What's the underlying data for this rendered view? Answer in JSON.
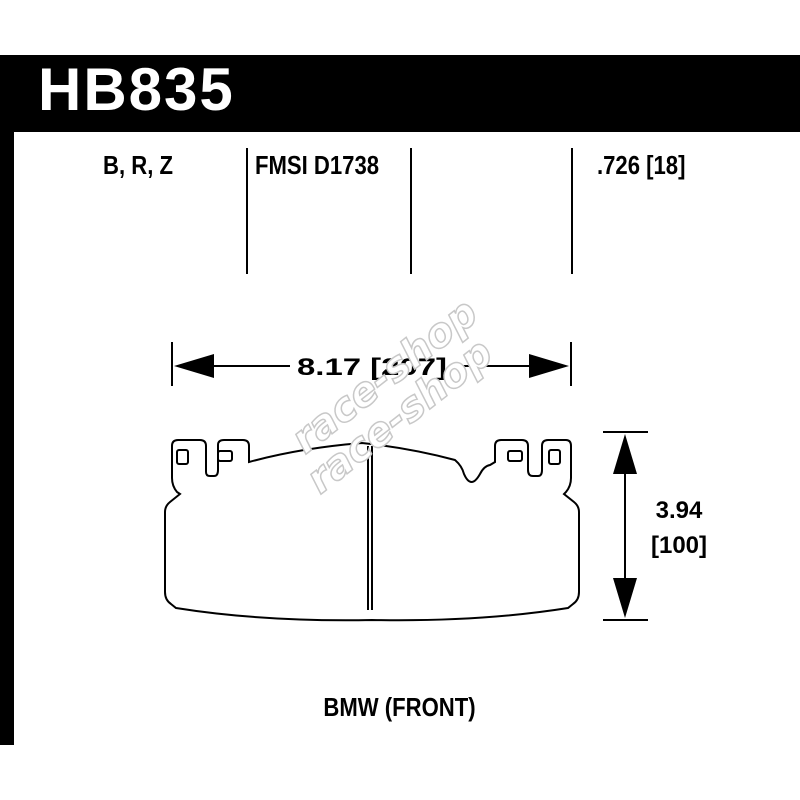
{
  "part_number": "HB835",
  "compounds": "B, R, Z",
  "fmsi": "FMSI D1738",
  "thickness": ".726 [18]",
  "width_dim": "8.17  [207]",
  "height_dim_in": "3.94",
  "height_dim_mm": "[100]",
  "application": "BMW (FRONT)",
  "watermark": [
    "race-shop",
    "race-shop"
  ]
}
